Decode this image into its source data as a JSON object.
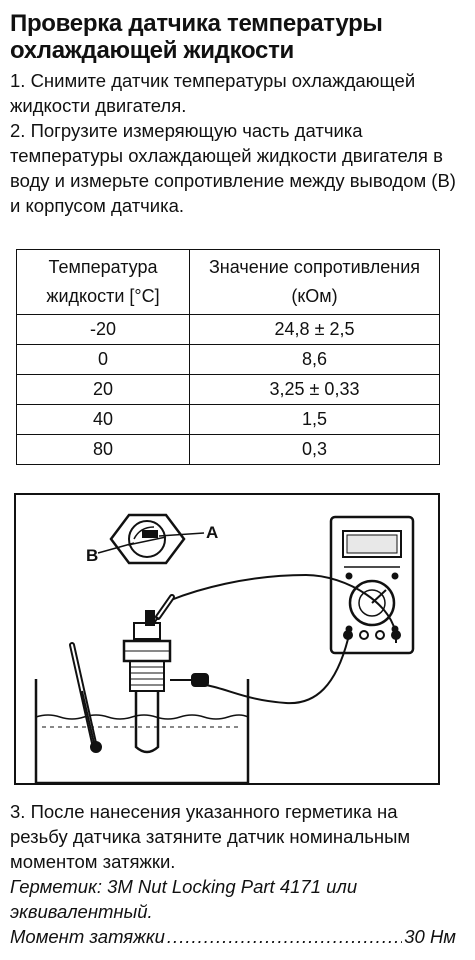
{
  "title": "Проверка датчика температуры охлаждающей жидкости",
  "steps": [
    "1. Снимите датчик температуры охлаждающей жидкости двигателя.",
    "2. Погрузите измеряющую часть датчика температуры охлаждающей жидкости двигателя в воду и измерьте сопротивление между выводом (B) и корпусом датчика."
  ],
  "table": {
    "headers": [
      "Температура жидкости [°C]",
      "Значение сопротивления (кОм)"
    ],
    "rows": [
      [
        "-20",
        "24,8 ± 2,5"
      ],
      [
        "0",
        "8,6"
      ],
      [
        "20",
        "3,25 ± 0,33"
      ],
      [
        "40",
        "1,5"
      ],
      [
        "80",
        "0,3"
      ]
    ]
  },
  "figure": {
    "label_a": "A",
    "label_b": "B"
  },
  "step3": "3. После нанесения указанного герметика на резьбу датчика затяните датчик номинальным моментом затяжки.",
  "sealant": "Герметик: 3M Nut Locking Part 4171 или эквивалентный.",
  "torque": {
    "label": "Момент затяжки",
    "dots": "........................................",
    "value": "30 Нм"
  }
}
